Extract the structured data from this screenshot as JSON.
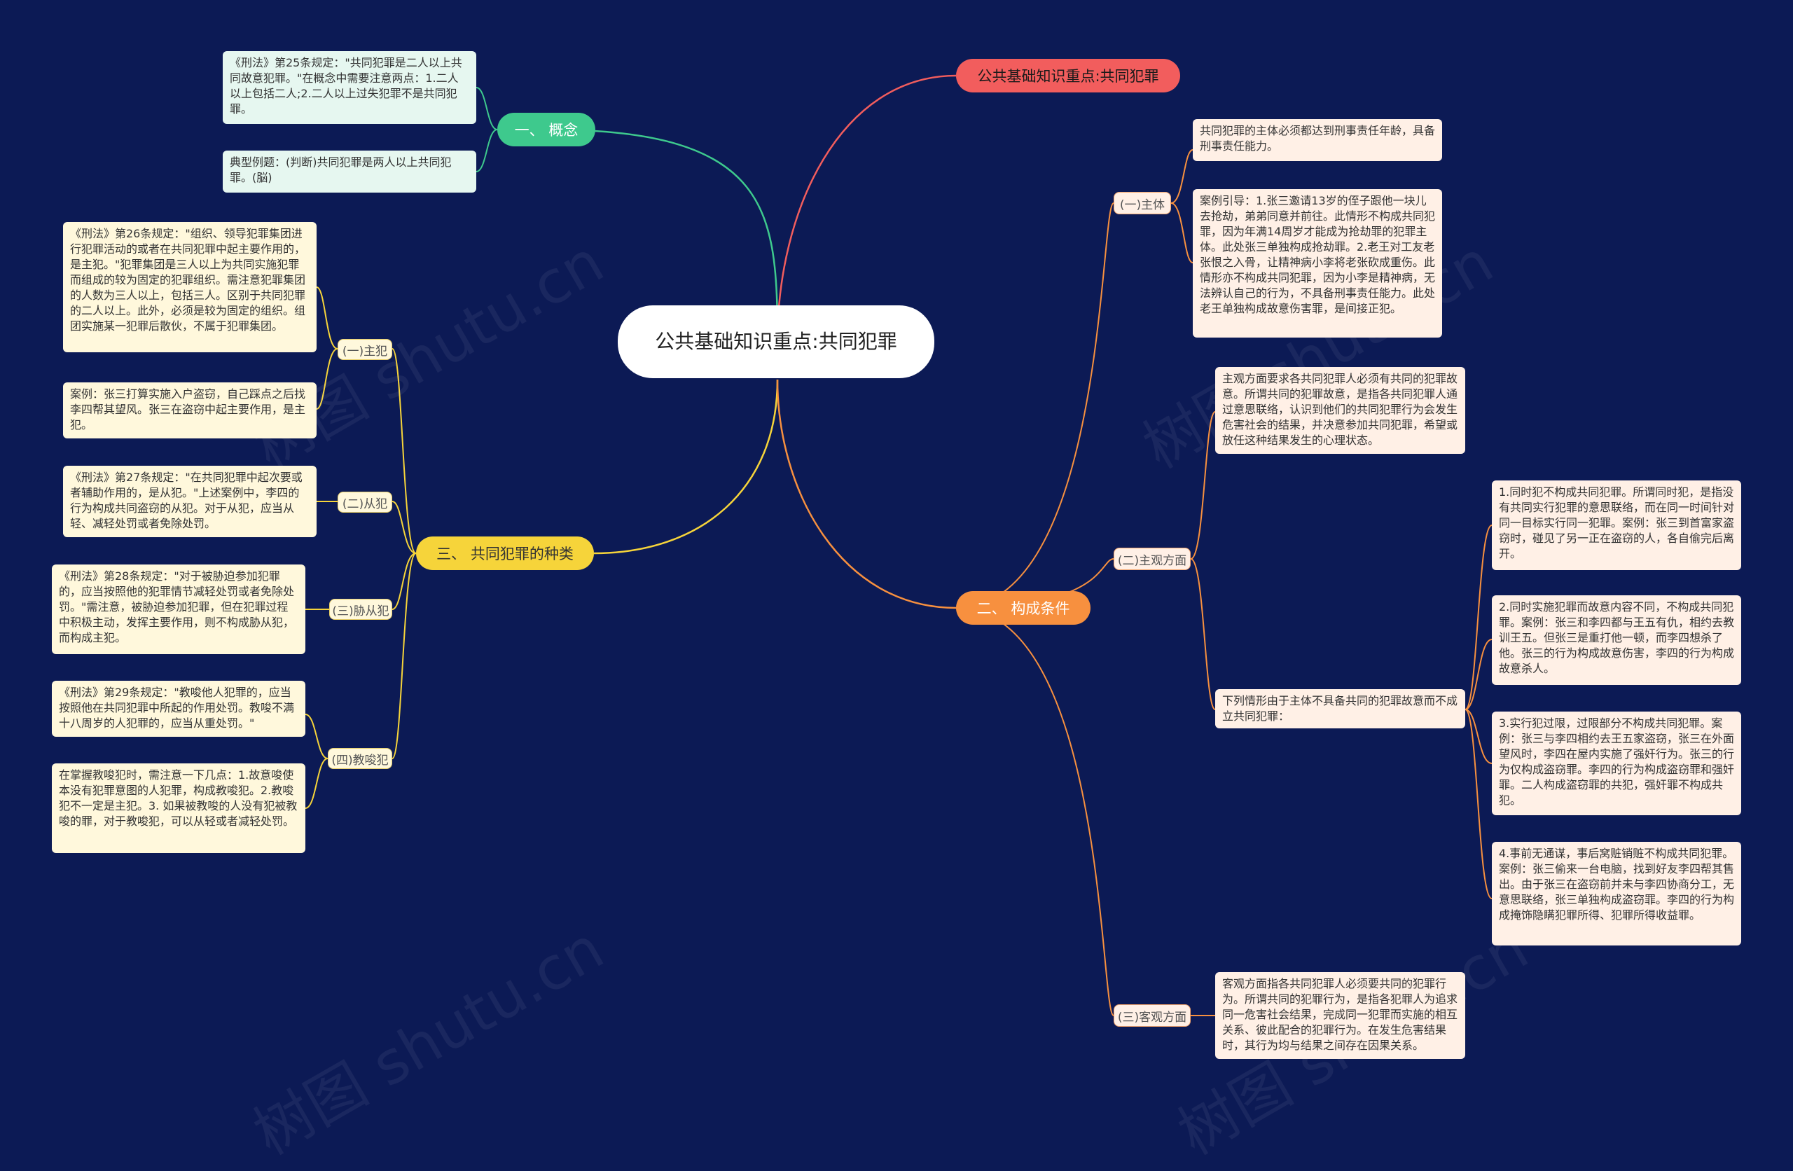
{
  "root": {
    "title": "公共基础知识重点:共同犯罪"
  },
  "branches": {
    "title_tag": "公共基础知识重点:共同犯罪",
    "concept": "一、 概念",
    "conditions": "二、 构成条件",
    "types": "三、 共同犯罪的种类"
  },
  "concept_texts": [
    "《刑法》第25条规定：\"共同犯罪是二人以上共同故意犯罪。\"在概念中需要注意两点：1.二人以上包括二人;2.二人以上过失犯罪不是共同犯罪。",
    "典型例题：(判断)共同犯罪是两人以上共同犯罪。(脳)"
  ],
  "types": {
    "principal": {
      "label": "(一)主犯",
      "texts": [
        "《刑法》第26条规定：\"组织、领导犯罪集团进行犯罪活动的或者在共同犯罪中起主要作用的，是主犯。\"犯罪集团是三人以上为共同实施犯罪而组成的较为固定的犯罪组织。需注意犯罪集团的人数为三人以上，包括三人。区别于共同犯罪的二人以上。此外，必须是较为固定的组织。组团实施某一犯罪后散伙，不属于犯罪集团。",
        "案例：张三打算实施入户盗窃，自己踩点之后找李四帮其望风。张三在盗窃中起主要作用，是主犯。"
      ]
    },
    "accessory": {
      "label": "(二)从犯",
      "texts": [
        "《刑法》第27条规定：\"在共同犯罪中起次要或者辅助作用的，是从犯。\"上述案例中，李四的行为构成共同盗窃的从犯。对于从犯，应当从轻、减轻处罚或者免除处罚。"
      ]
    },
    "coerced": {
      "label": "(三)胁从犯",
      "texts": [
        "《刑法》第28条规定：\"对于被胁迫参加犯罪的，应当按照他的犯罪情节减轻处罚或者免除处罚。\"需注意，被胁迫参加犯罪，但在犯罪过程中积极主动，发挥主要作用，则不构成胁从犯，而构成主犯。"
      ]
    },
    "instigator": {
      "label": "(四)教唆犯",
      "texts": [
        "《刑法》第29条规定：\"教唆他人犯罪的，应当按照他在共同犯罪中所起的作用处罚。教唆不满十八周岁的人犯罪的，应当从重处罚。\"",
        "在掌握教唆犯时，需注意一下几点：1.故意唆使本没有犯罪意图的人犯罪，构成教唆犯。2.教唆犯不一定是主犯。3. 如果被教唆的人没有犯被教唆的罪，对于教唆犯，可以从轻或者减轻处罚。"
      ]
    }
  },
  "conditions": {
    "subject": {
      "label": "(一)主体",
      "texts": [
        "共同犯罪的主体必须都达到刑事责任年龄，具备刑事责任能力。",
        "案例引导：1.张三邀请13岁的侄子跟他一块儿去抢劫，弟弟同意并前往。此情形不构成共同犯罪，因为年满14周岁才能成为抢劫罪的犯罪主体。此处张三单独构成抢劫罪。2.老王对工友老张恨之入骨，让精神病小李将老张砍成重伤。此情形亦不构成共同犯罪，因为小李是精神病，无法辨认自己的行为，不具备刑事责任能力。此处老王单独构成故意伤害罪，是间接正犯。"
      ]
    },
    "subjective": {
      "label": "(二)主观方面",
      "main_text": "主观方面要求各共同犯罪人必须有共同的犯罪故意。所谓共同的犯罪故意，是指各共同犯罪人通过意思联络，认识到他们的共同犯罪行为会发生危害社会的结果，并决意参加共同犯罪，希望或放任这种结果发生的心理状态。",
      "sub_label": "下列情形由于主体不具备共同的犯罪故意而不成立共同犯罪：",
      "cases": [
        "1.同时犯不构成共同犯罪。所谓同时犯，是指没有共同实行犯罪的意思联络，而在同一时间针对同一目标实行同一犯罪。案例：张三到首富家盗窃时，碰见了另一正在盗窃的人，各自偷完后离开。",
        "2.同时实施犯罪而故意内容不同，不构成共同犯罪。案例：张三和李四都与王五有仇，相约去教训王五。但张三是重打他一顿，而李四想杀了他。张三的行为构成故意伤害，李四的行为构成故意杀人。",
        "3.实行犯过限，过限部分不构成共同犯罪。案例：张三与李四相约去王五家盗窃，张三在外面望风时，李四在屋内实施了强奸行为。张三的行为仅构成盗窃罪。李四的行为构成盗窃罪和强奸罪。二人构成盗窃罪的共犯，强奸罪不构成共犯。",
        "4.事前无通谋，事后窝赃销赃不构成共同犯罪。案例：张三偷来一台电脑，找到好友李四帮其售出。由于张三在盗窃前并未与李四协商分工，无意思联络，张三单独构成盗窃罪。李四的行为构成掩饰隐瞒犯罪所得、犯罪所得收益罪。"
      ]
    },
    "objective": {
      "label": "(三)客观方面",
      "texts": [
        "客观方面指各共同犯罪人必须要共同的犯罪行为。所谓共同的犯罪行为，是指各犯罪人为追求同一危害社会结果，完成同一犯罪而实施的相互关系、彼此配合的犯罪行为。在发生危害结果时，其行为均与结果之间存在因果关系。"
      ]
    }
  },
  "watermark": "树图 shutu.cn",
  "colors": {
    "background": "#0c1a55",
    "concept": "#3ec98d",
    "title_tag": "#f25d5d",
    "types": "#f6d43a",
    "conditions": "#f7903f"
  }
}
